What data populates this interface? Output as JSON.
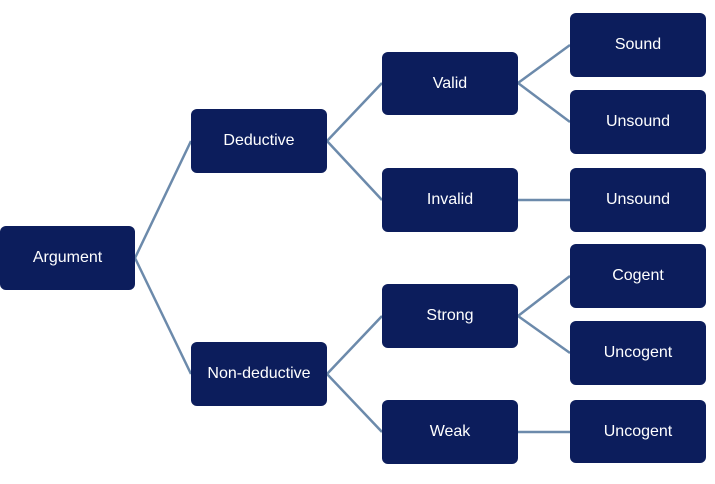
{
  "diagram": {
    "line_color": "#6c8aab",
    "box_color": "#0c1d5c",
    "text_color": "#ffffff",
    "nodes": {
      "argument": "Argument",
      "deductive": "Deductive",
      "non_deductive": "Non-deductive",
      "valid": "Valid",
      "invalid": "Invalid",
      "strong": "Strong",
      "weak": "Weak",
      "sound": "Sound",
      "unsound_valid": "Unsound",
      "unsound_invalid": "Unsound",
      "cogent": "Cogent",
      "uncogent_strong": "Uncogent",
      "uncogent_weak": "Uncogent"
    }
  }
}
